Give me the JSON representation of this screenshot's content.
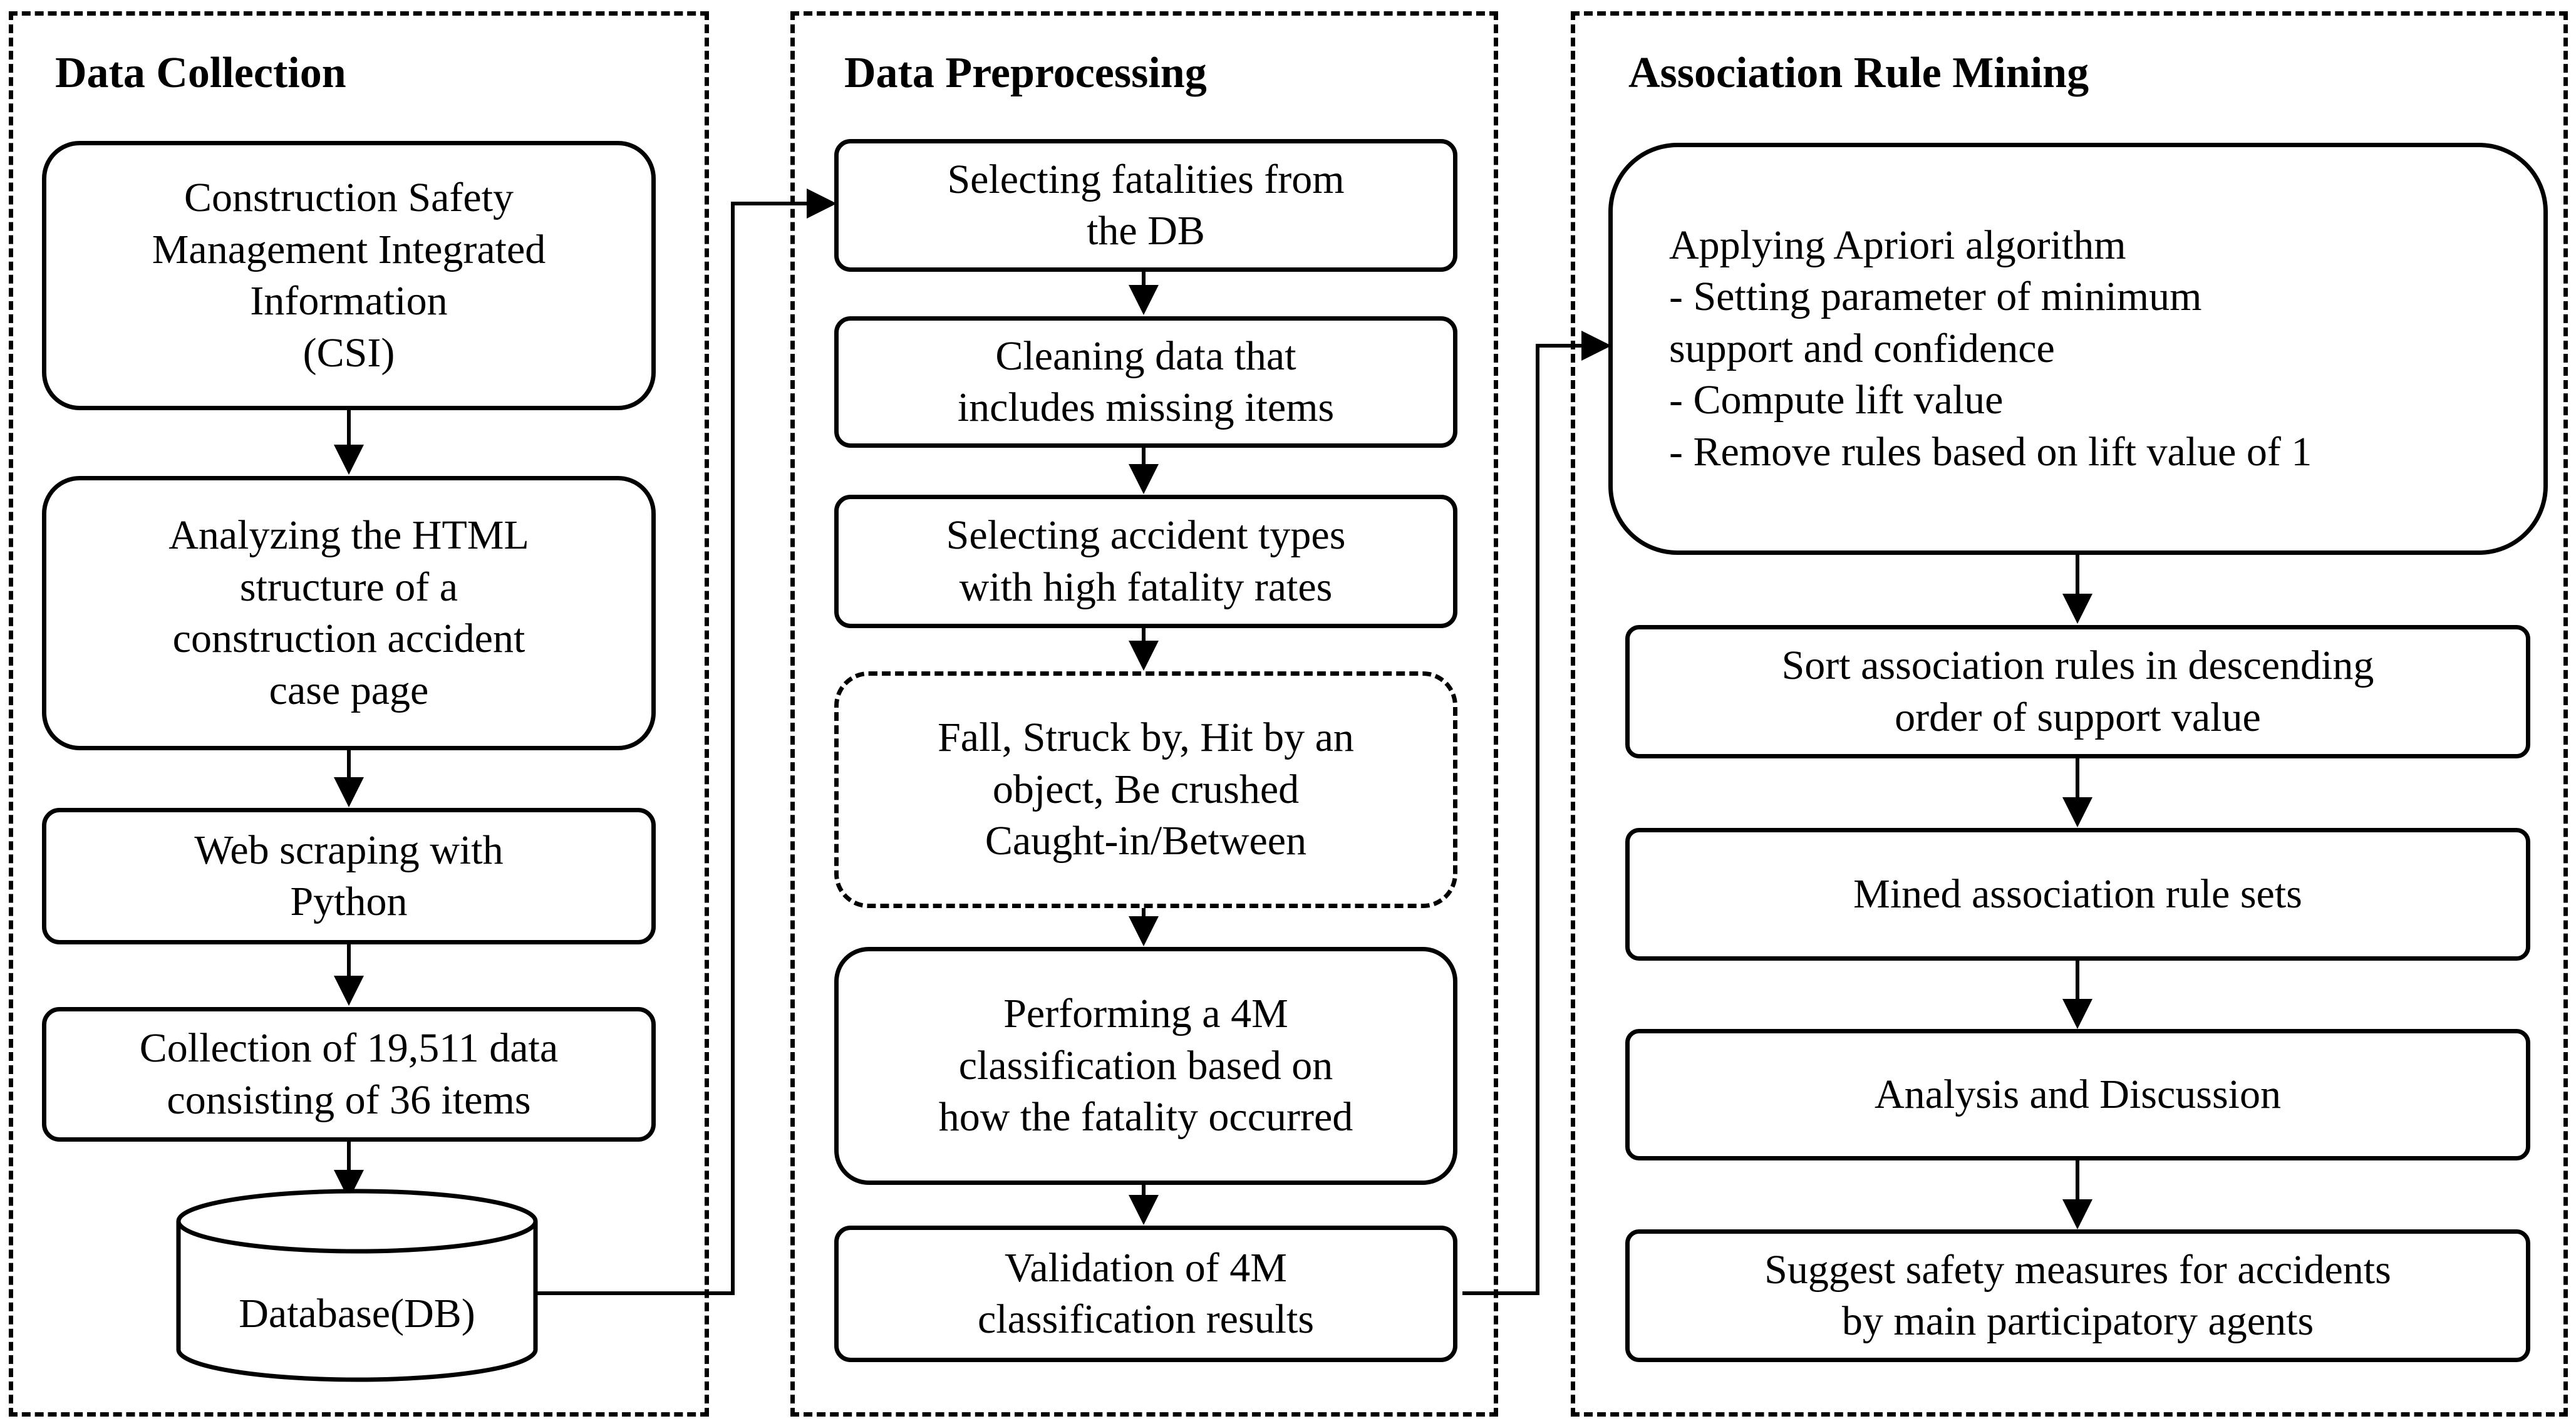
{
  "panels": {
    "collection": {
      "title": "Data Collection",
      "steps": [
        "Construction Safety\nManagement Integrated\nInformation\n(CSI)",
        "Analyzing the HTML\nstructure of a\nconstruction accident\ncase page",
        "Web scraping with\nPython",
        "Collection of 19,511 data\nconsisting of 36 items"
      ],
      "database": "Database(DB)"
    },
    "preprocessing": {
      "title": "Data Preprocessing",
      "steps": [
        "Selecting fatalities from\nthe DB",
        "Cleaning data that\nincludes missing items",
        "Selecting accident types\nwith high  fatality rates",
        "Fall, Struck by, Hit by an\nobject, Be crushed\nCaught-in/Between",
        "Performing  a 4M\nclassification based on\nhow the fatality occurred",
        "Validation of 4M\nclassification results"
      ]
    },
    "mining": {
      "title": "Association Rule Mining",
      "steps": [
        "Applying Apriori algorithm\n- Setting parameter of minimum\nsupport and confidence\n- Compute lift value\n- Remove rules based on lift value of 1",
        "Sort association rules in descending\norder of support value",
        "Mined association rule sets",
        "Analysis and Discussion",
        "Suggest safety measures for accidents\nby main participatory agents"
      ]
    }
  }
}
